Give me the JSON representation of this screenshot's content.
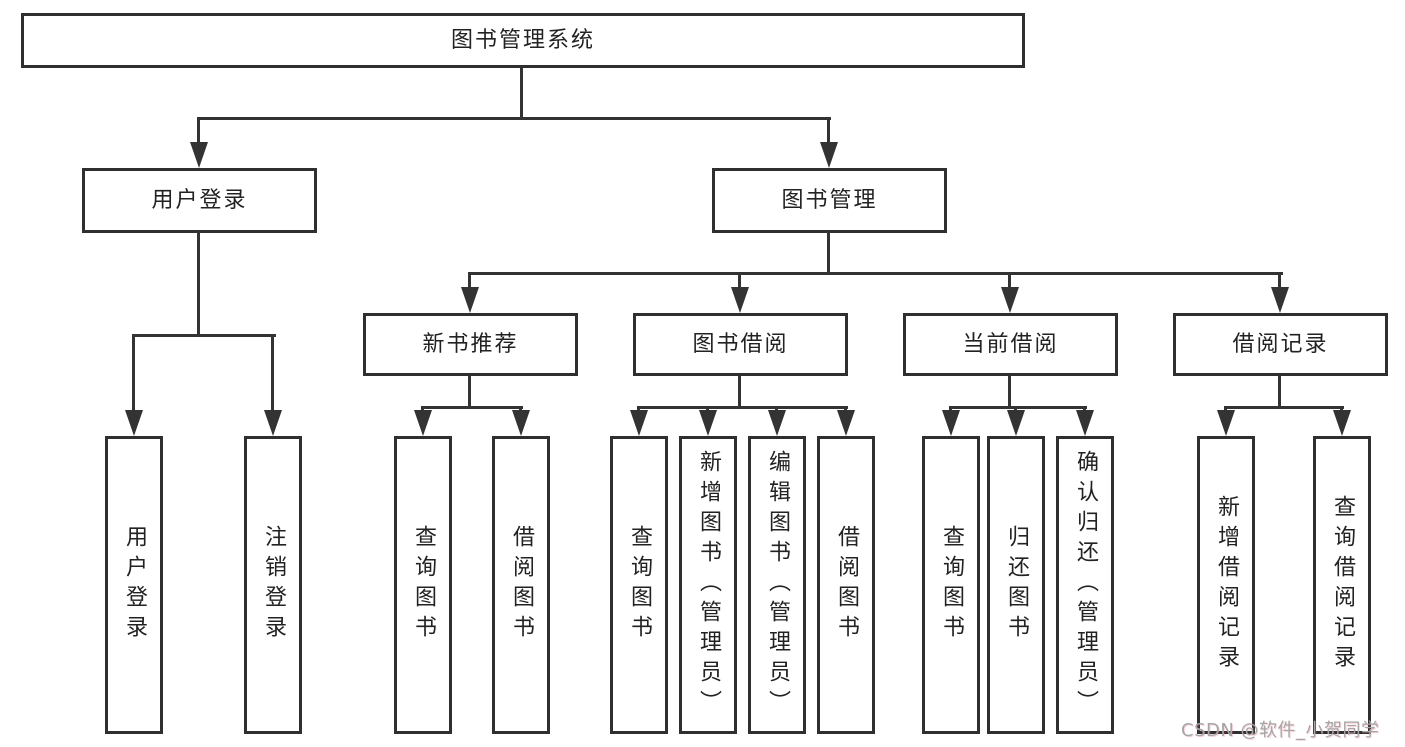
{
  "diagram": {
    "type": "hierarchy-tree",
    "colors": {
      "line": "#333333",
      "box_border": "#2f2f2f",
      "box_background": "#ffffff",
      "text": "#222222",
      "watermark": "#a6a6a6"
    },
    "nodes": {
      "root": {
        "label": "图书管理系统"
      },
      "level2": [
        {
          "id": "user-login",
          "label": "用户登录"
        },
        {
          "id": "book-management",
          "label": "图书管理"
        }
      ],
      "level3": [
        {
          "id": "new-book-recommend",
          "label": "新书推荐"
        },
        {
          "id": "book-borrowing",
          "label": "图书借阅"
        },
        {
          "id": "current-borrowing",
          "label": "当前借阅"
        },
        {
          "id": "borrowing-records",
          "label": "借阅记录"
        }
      ],
      "leaves": [
        {
          "id": "user-login-leaf",
          "label": "用户登录"
        },
        {
          "id": "logout",
          "label": "注销登录"
        },
        {
          "id": "recommend-query-books",
          "label": "查询图书"
        },
        {
          "id": "recommend-borrow-books",
          "label": "借阅图书"
        },
        {
          "id": "borrowing-query-books",
          "label": "查询图书"
        },
        {
          "id": "add-books-admin",
          "label": "新增图书（管理员）"
        },
        {
          "id": "edit-books-admin",
          "label": "编辑图书（管理员）"
        },
        {
          "id": "borrowing-borrow-books",
          "label": "借阅图书"
        },
        {
          "id": "current-query-books",
          "label": "查询图书"
        },
        {
          "id": "return-books",
          "label": "归还图书"
        },
        {
          "id": "confirm-return-admin",
          "label": "确认归还（管理员）"
        },
        {
          "id": "add-borrow-record",
          "label": "新增借阅记录"
        },
        {
          "id": "query-borrow-record",
          "label": "查询借阅记录"
        }
      ]
    },
    "hierarchy": {
      "图书管理系统": [
        "用户登录",
        "图书管理"
      ],
      "用户登录": [
        "用户登录",
        "注销登录"
      ],
      "图书管理": [
        "新书推荐",
        "图书借阅",
        "当前借阅",
        "借阅记录"
      ],
      "新书推荐": [
        "查询图书",
        "借阅图书"
      ],
      "图书借阅": [
        "查询图书",
        "新增图书（管理员）",
        "编辑图书（管理员）",
        "借阅图书"
      ],
      "当前借阅": [
        "查询图书",
        "归还图书",
        "确认归还（管理员）"
      ],
      "借阅记录": [
        "新增借阅记录",
        "查询借阅记录"
      ]
    }
  },
  "watermark": {
    "text": "CSDN @软件_小贺同学"
  }
}
